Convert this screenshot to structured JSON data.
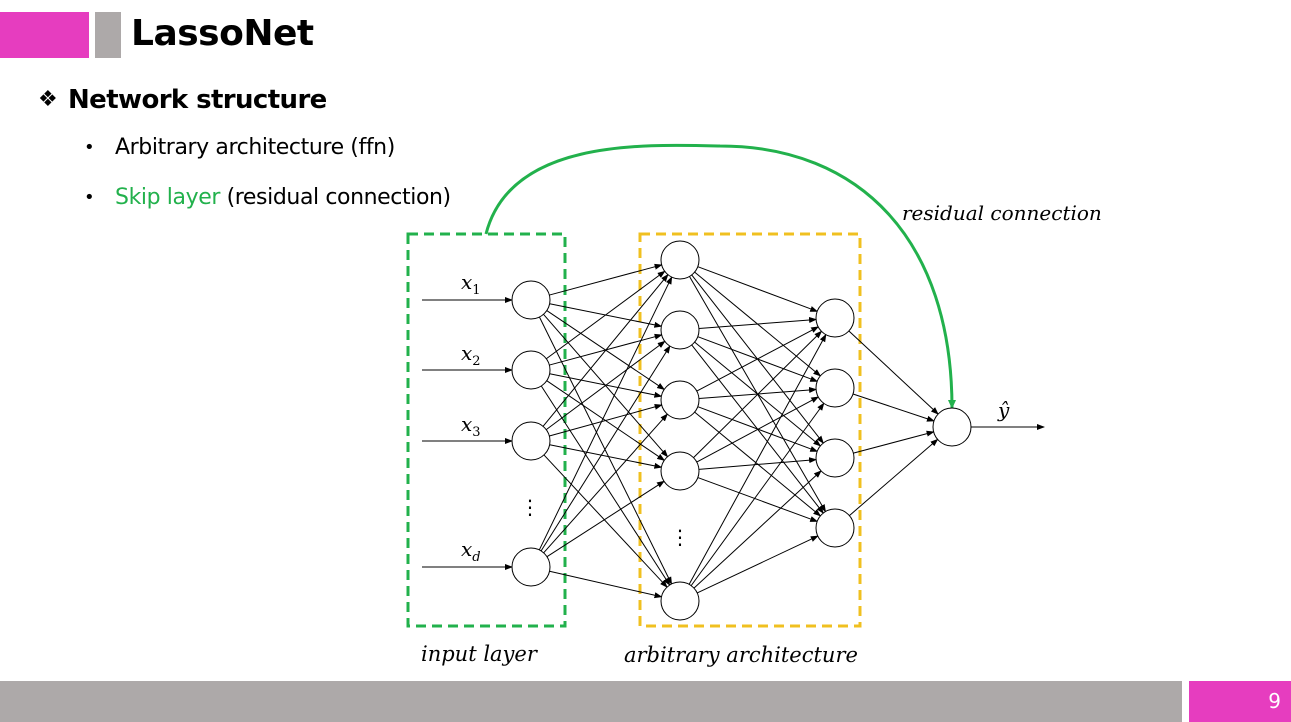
{
  "slide": {
    "title": "LassoNet",
    "page_number": "9",
    "accent_color": "#e63dbf",
    "footer_color": "#ada9a9"
  },
  "section": {
    "bullet_icon": "four-diamond-bullet-icon",
    "heading": "Network structure"
  },
  "bullets": [
    {
      "text": "Arbitrary architecture (ffn)"
    },
    {
      "highlight": "Skip layer",
      "highlight_color": "#22b14c",
      "rest": " (residual connection)"
    }
  ],
  "diagram": {
    "inputs": [
      {
        "var": "x",
        "sub": "1"
      },
      {
        "var": "x",
        "sub": "2"
      },
      {
        "var": "x",
        "sub": "3"
      },
      {
        "var": "x",
        "sub": "d"
      }
    ],
    "ellipsis": "⋮",
    "output_label": "ŷ",
    "input_box_label": "input layer",
    "arch_box_label": "arbitrary architecture",
    "residual_label": "residual connection",
    "input_box_color": "#22b14c",
    "arch_box_color": "#f0c020",
    "residual_color": "#22b14c"
  }
}
